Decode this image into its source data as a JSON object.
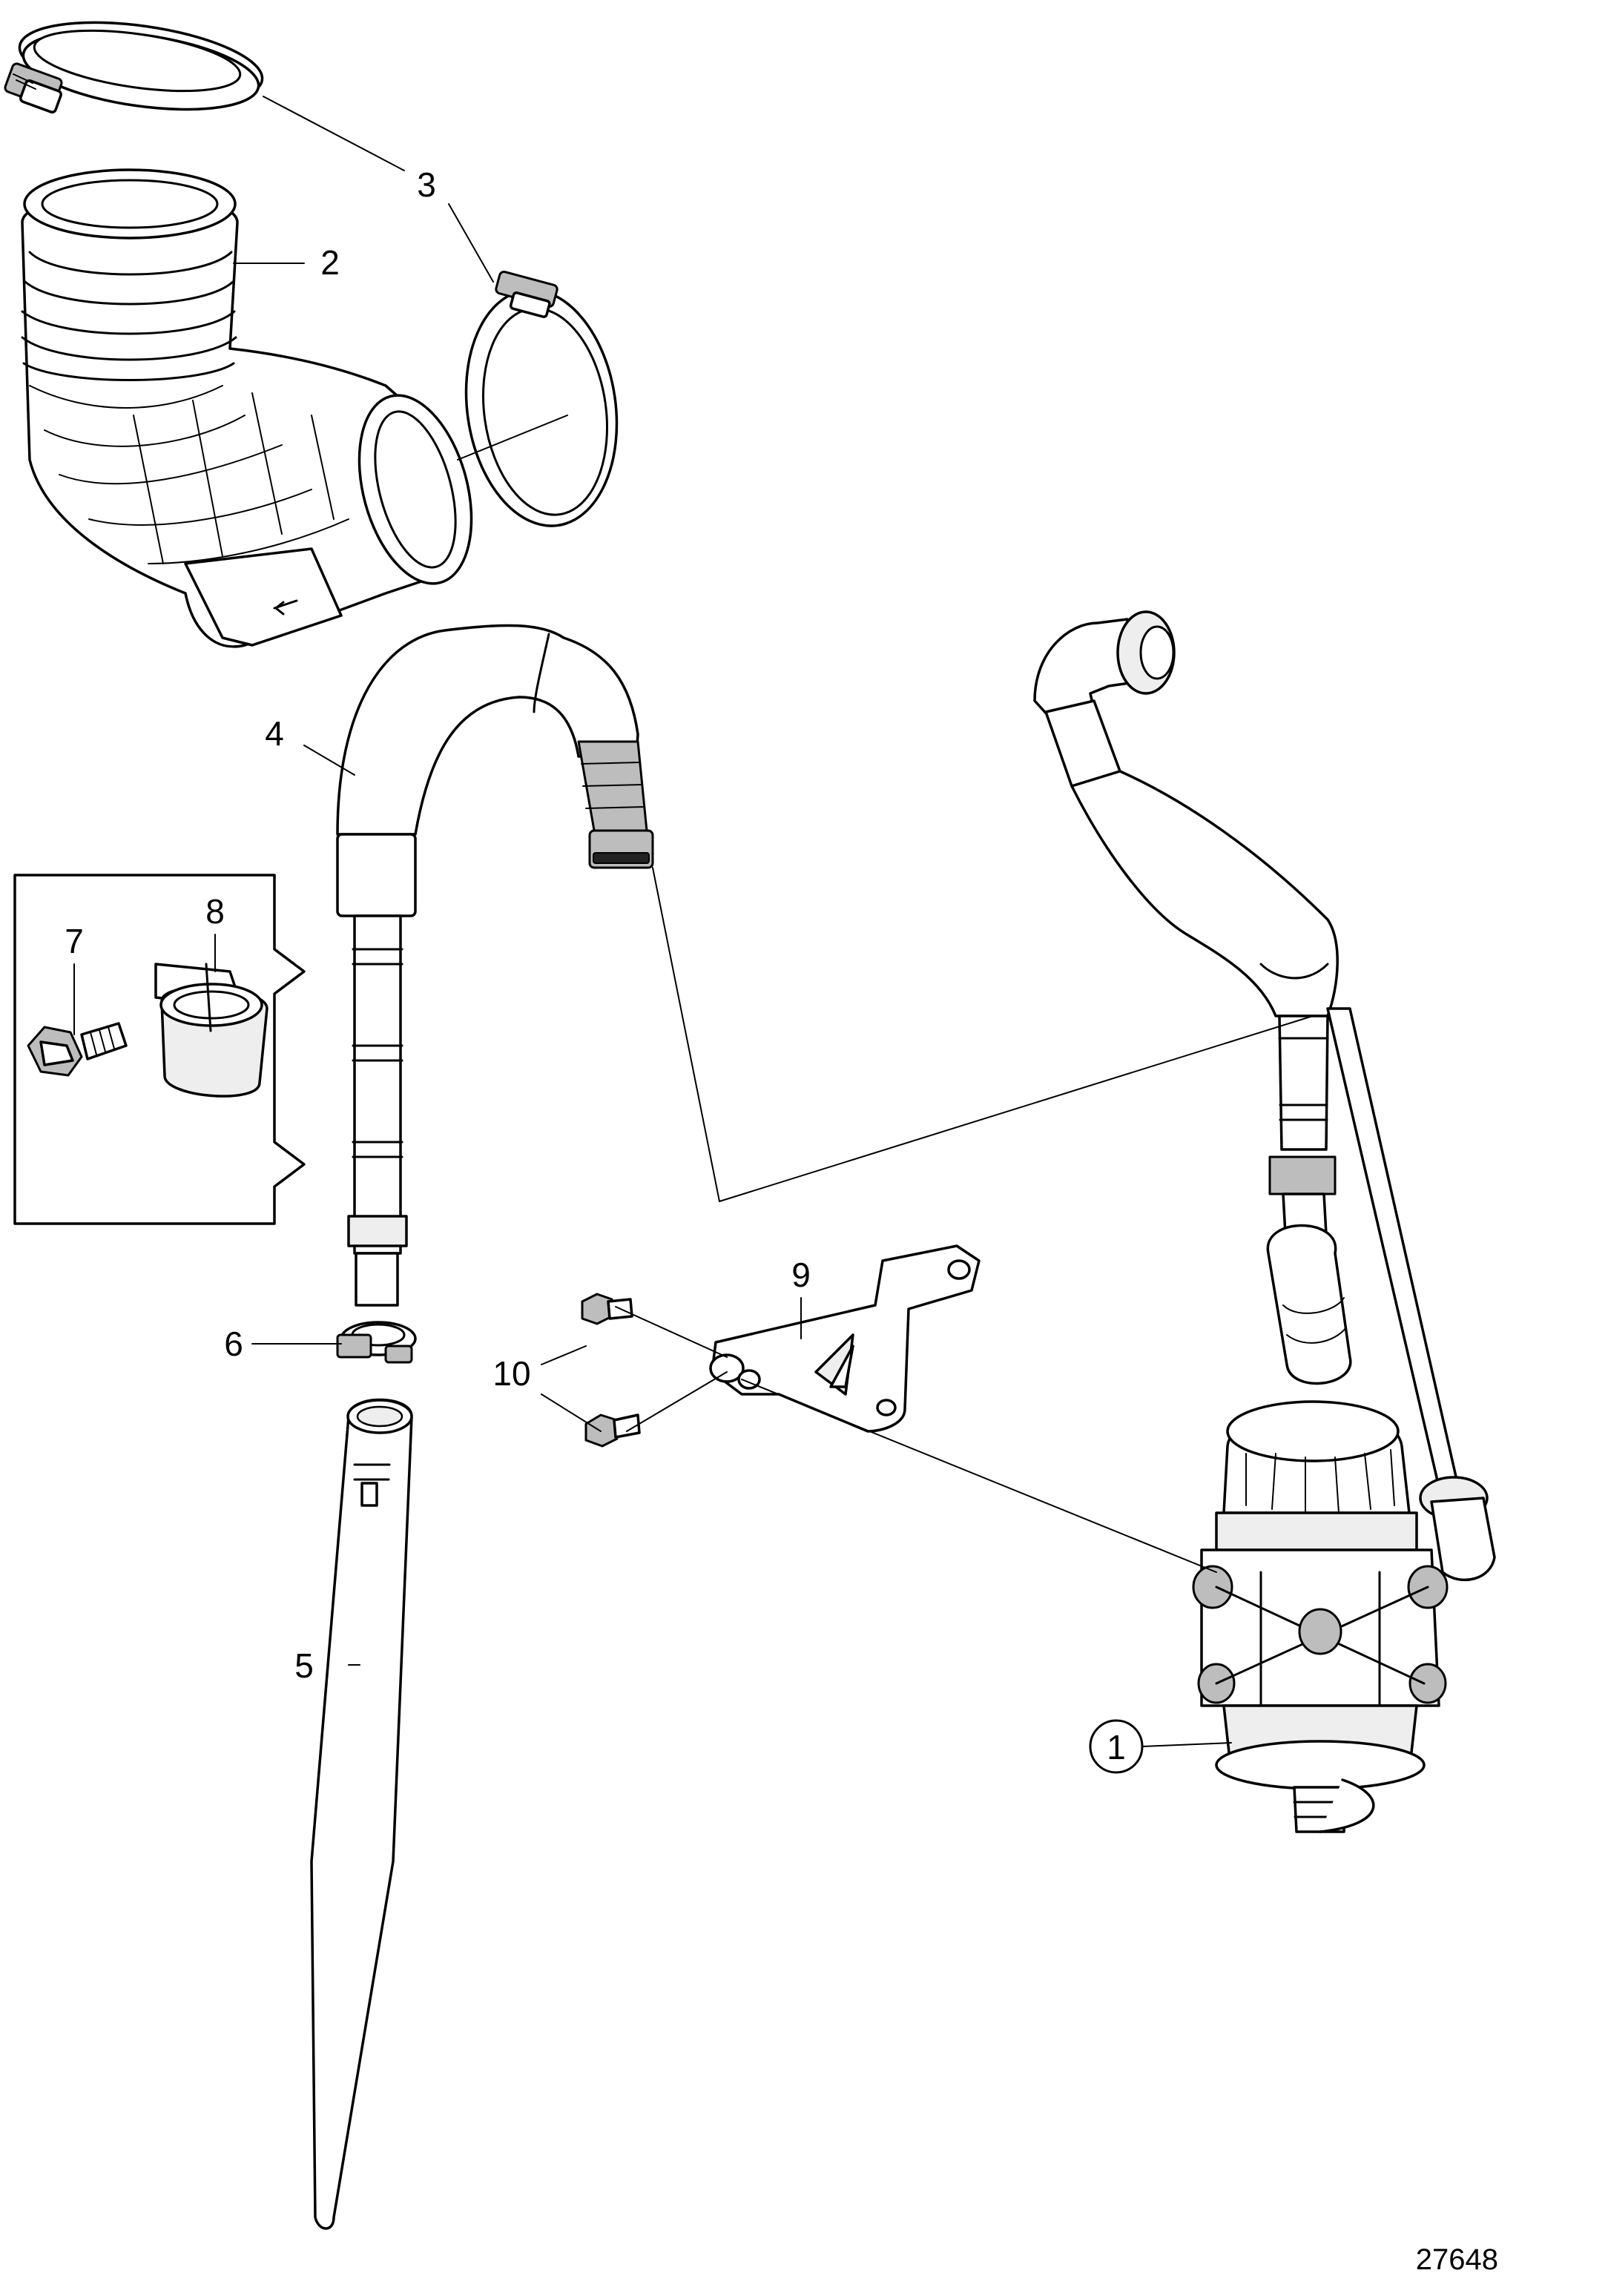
{
  "diagram": {
    "reference_number": "27648",
    "callouts": [
      {
        "id": "1",
        "text": "1"
      },
      {
        "id": "2",
        "text": "2"
      },
      {
        "id": "3",
        "text": "3"
      },
      {
        "id": "4",
        "text": "4"
      },
      {
        "id": "5",
        "text": "5"
      },
      {
        "id": "6",
        "text": "6"
      },
      {
        "id": "7",
        "text": "7"
      },
      {
        "id": "8",
        "text": "8"
      },
      {
        "id": "9",
        "text": "9"
      },
      {
        "id": "10",
        "text": "10"
      }
    ]
  }
}
